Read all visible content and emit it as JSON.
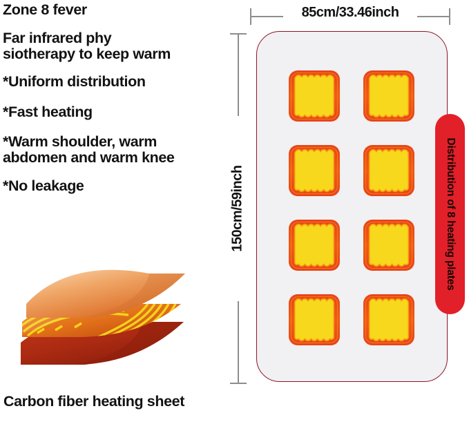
{
  "features": {
    "heading": "Zone 8 fever",
    "items": [
      "Zone 8 fever",
      "Far infrared phy\nsiotherapy to keep warm",
      "*Uniform distribution",
      "*Fast heating",
      "*Warm shoulder, warm\nabdomen and warm knee",
      "*No leakage"
    ]
  },
  "illustration": {
    "caption": "Carbon fiber heating sheet",
    "layer_names": [
      "top-fabric-layer",
      "carbon-fiber-element-layer",
      "bottom-backing-layer"
    ],
    "colors": {
      "top_layer": "#f2a366",
      "middle_layer": "#e8731e",
      "element_trace": "#f5d21e",
      "bottom_layer": "#b32a11"
    }
  },
  "dimensions": {
    "width_label": "85cm/33.46inch",
    "height_label": "150cm/59inch",
    "line_color": "#8d8d8d"
  },
  "pad": {
    "panel_color": "#f1f0f2",
    "panel_border_color": "#8a1525",
    "plate_count": 8,
    "grid_columns": 2,
    "grid_rows": 4,
    "plate_colors": {
      "outer": "#e8431a",
      "inner": "#f05a14",
      "element": "#f7d81c",
      "element_glow": "#f79a12"
    },
    "plates": [
      {
        "id": 1,
        "row": 1,
        "column": 1
      },
      {
        "id": 2,
        "row": 1,
        "column": 2
      },
      {
        "id": 3,
        "row": 2,
        "column": 1
      },
      {
        "id": 4,
        "row": 2,
        "column": 2
      },
      {
        "id": 5,
        "row": 3,
        "column": 1
      },
      {
        "id": 6,
        "row": 3,
        "column": 2
      },
      {
        "id": 7,
        "row": 4,
        "column": 1
      },
      {
        "id": 8,
        "row": 4,
        "column": 2
      }
    ]
  },
  "side_tab": {
    "label": "Distribution of 8 heating plates",
    "color": "#e22029",
    "text_color": "#140404"
  }
}
